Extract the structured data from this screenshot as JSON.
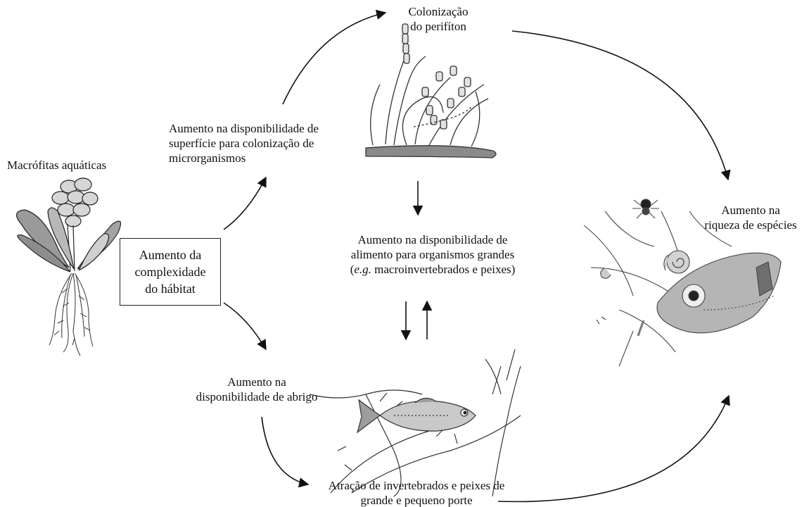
{
  "labels": {
    "macrophytes": "Macrófitas aquáticas",
    "habitat_box": [
      "Aumento da",
      "complexidade",
      "do hábitat"
    ],
    "surface": [
      "Aumento na disponibilidade de",
      "superfície para colonização de",
      "microrganismos"
    ],
    "periphyton": [
      "Colonização",
      "do perifíton"
    ],
    "food": [
      "Aumento na disponibilidade de",
      "alimento para organismos grandes"
    ],
    "food_example": {
      "italic": "e.g.",
      "rest": " macroinvertebrados e peixes)",
      "open": "("
    },
    "shelter": [
      "Aumento na",
      "disponibilidade de abrigo"
    ],
    "attraction": [
      "Atração de invertebrados e peixes de",
      "grande e pequeno porte"
    ],
    "richness": [
      "Aumento na",
      "riqueza de espécies"
    ]
  },
  "colors": {
    "ink": "#111111",
    "line": "#222222",
    "shade": "#6b6b6b"
  },
  "icons": [
    "water-hyacinth-illustration",
    "periphyton-illustration",
    "fish-among-plants-illustration",
    "aquatic-community-illustration"
  ]
}
